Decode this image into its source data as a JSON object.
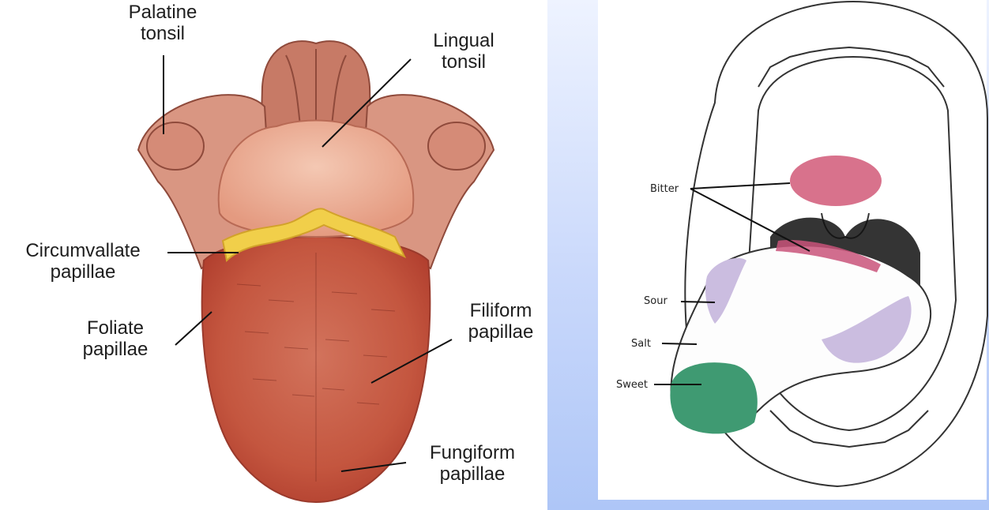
{
  "tongue_labels": {
    "palatine": [
      "Palatine",
      "tonsil"
    ],
    "lingual": [
      "Lingual",
      "tonsil"
    ],
    "circumvallate": [
      "Circumvallate",
      "papillae"
    ],
    "foliate": [
      "Foliate",
      "papillae"
    ],
    "filiform": [
      "Filiform",
      "papillae"
    ],
    "fungiform": [
      "Fungiform",
      "papillae"
    ]
  },
  "taste_labels": {
    "bitter": "Bitter",
    "sour": "Sour",
    "salt": "Salt",
    "sweet": "Sweet"
  },
  "colors": {
    "tongue": "#c9604a",
    "tonsil": "#e7a58c",
    "papillae_yellow": "#f1cf4a",
    "bitter_zone": "#d4637f",
    "sour_zone": "#cbbde0",
    "sweet_zone": "#3f9a72",
    "right_background": "#c9d8fb"
  }
}
